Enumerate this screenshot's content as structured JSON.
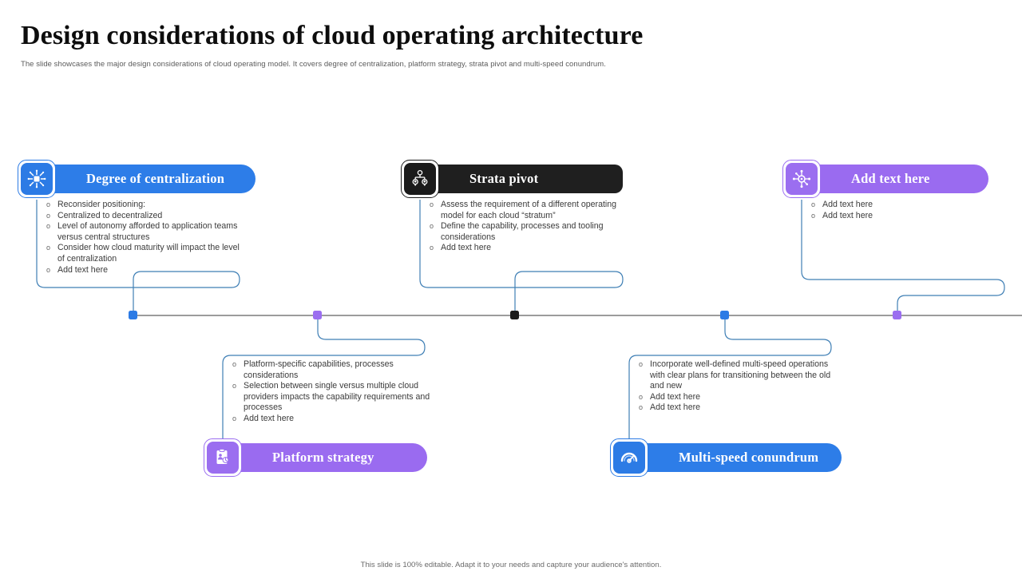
{
  "header": {
    "title": "Design considerations of cloud operating architecture",
    "subtitle": "The slide showcases the major design considerations of cloud operating model.  It covers degree of centralization, platform strategy, strata pivot and multi-speed conundrum."
  },
  "colors": {
    "blue": "#2c7be5",
    "blue_bar": "#2d7de8",
    "purple": "#9b6ef0",
    "purple_bar": "#9a6bf0",
    "black": "#1b1b1b",
    "wire": "#3f7fb5",
    "axis": "#3a3a3a",
    "text": "#3b3b3b",
    "title": "#0d0d0d",
    "subtitle": "#5b5b5b"
  },
  "cards": [
    {
      "id": "degree-of-centralization",
      "title": "Degree of centralization",
      "theme": "blue",
      "icon": "distribution-network-icon",
      "position": "top",
      "bullets": [
        " Reconsider positioning:",
        "Centralized to decentralized",
        "Level of autonomy afforded to application teams versus central structures",
        "Consider how cloud maturity will impact the level of centralization",
        "Add  text here"
      ]
    },
    {
      "id": "strata-pivot",
      "title": "Strata pivot",
      "theme": "black",
      "icon": "hierarchy-gear-icon",
      "position": "top",
      "bullets": [
        "Assess the requirement of a different operating model for each cloud “stratum”",
        "Define the capability, processes and tooling considerations",
        "Add text here"
      ]
    },
    {
      "id": "add-text-here",
      "title": "Add text here",
      "theme": "purple",
      "icon": "hub-network-icon",
      "position": "top",
      "bullets": [
        "Add text here",
        "Add text here"
      ]
    },
    {
      "id": "platform-strategy",
      "title": "Platform strategy",
      "theme": "purple",
      "icon": "clipboard-strategy-icon",
      "position": "bottom",
      "bullets": [
        "Platform-specific capabilities, processes considerations",
        "Selection between single versus multiple cloud providers impacts the capability requirements and processes",
        "Add text here"
      ]
    },
    {
      "id": "multi-speed-conundrum",
      "title": "Multi-speed conundrum",
      "theme": "blue",
      "icon": "speedometer-icon",
      "position": "bottom",
      "bullets": [
        "Incorporate well-defined multi-speed operations with clear plans for transitioning between the old and new",
        "Add text here",
        "Add text here"
      ]
    }
  ],
  "timeline": {
    "nodes": [
      {
        "name": "node-degree-of-centralization",
        "color": "#2c7be5"
      },
      {
        "name": "node-platform-strategy",
        "color": "#9b6ef0"
      },
      {
        "name": "node-strata-pivot",
        "color": "#1b1b1b"
      },
      {
        "name": "node-multi-speed-conundrum",
        "color": "#2c7be5"
      },
      {
        "name": "node-add-text-here",
        "color": "#9b6ef0"
      }
    ]
  },
  "footer": {
    "note": "This slide is 100% editable. Adapt it to your needs and capture your audience's attention."
  }
}
